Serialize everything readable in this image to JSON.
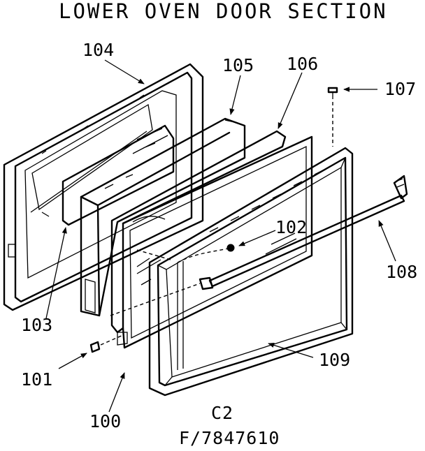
{
  "title": "LOWER OVEN DOOR SECTION",
  "callouts": {
    "p100": "100",
    "p101": "101",
    "p102": "102",
    "p103": "103",
    "p104": "104",
    "p105": "105",
    "p106": "106",
    "p107": "107",
    "p108": "108",
    "p109": "109"
  },
  "diagram_code": "C2",
  "figure_number": "F/7847610"
}
